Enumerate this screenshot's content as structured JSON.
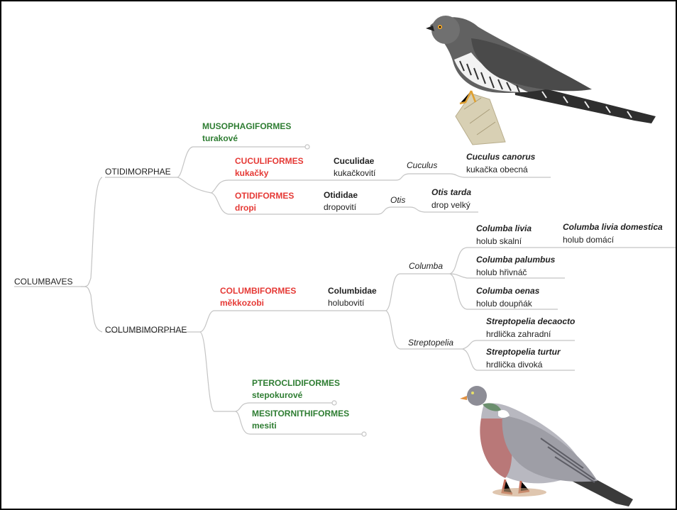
{
  "root": "COLUMBAVES",
  "clades": {
    "otidimorphae": "OTIDIMORPHAE",
    "columbimorphae": "COLUMBIMORPHAE"
  },
  "orders": {
    "musophagiformes": {
      "name": "MUSOPHAGIFORMES",
      "common": "turakové"
    },
    "cuculiformes": {
      "name": "CUCULIFORMES",
      "common": "kukačky"
    },
    "otidiformes": {
      "name": "OTIDIFORMES",
      "common": "dropi"
    },
    "columbiformes": {
      "name": "COLUMBIFORMES",
      "common": "měkkozobi"
    },
    "pteroclidiformes": {
      "name": "PTEROCLIDIFORMES",
      "common": "stepokurové"
    },
    "mesitornithiformes": {
      "name": "MESITORNITHIFORMES",
      "common": "mesiti"
    }
  },
  "families": {
    "cuculidae": {
      "name": "Cuculidae",
      "common": "kukačkovití"
    },
    "otididae": {
      "name": "Otididae",
      "common": "dropovití"
    },
    "columbidae": {
      "name": "Columbidae",
      "common": "holubovití"
    }
  },
  "genera": {
    "cuculus": "Cuculus",
    "otis": "Otis",
    "columba": "Columba",
    "streptopelia": "Streptopelia"
  },
  "species": {
    "cuculus_canorus": {
      "name": "Cuculus canorus",
      "common": "kukačka obecná"
    },
    "otis_tarda": {
      "name": "Otis tarda",
      "common": "drop velký"
    },
    "columba_livia": {
      "name": "Columba livia",
      "common": "holub skalní"
    },
    "columba_livia_domestica": {
      "name": "Columba livia domestica",
      "common": "holub domácí"
    },
    "columba_palumbus": {
      "name": "Columba palumbus",
      "common": "holub hřivnáč"
    },
    "columba_oenas": {
      "name": "Columba oenas",
      "common": "holub doupňák"
    },
    "streptopelia_decaocto": {
      "name": "Streptopelia decaocto",
      "common": "hrdlička zahradní"
    },
    "streptopelia_turtur": {
      "name": "Streptopelia turtur",
      "common": "hrdlička divoká"
    }
  },
  "colors": {
    "line": "#c2c2c2",
    "order_green": "#2e7d32",
    "order_red": "#e53935"
  },
  "illustrations": [
    "cuckoo-illustration",
    "wood-pigeon-illustration"
  ]
}
